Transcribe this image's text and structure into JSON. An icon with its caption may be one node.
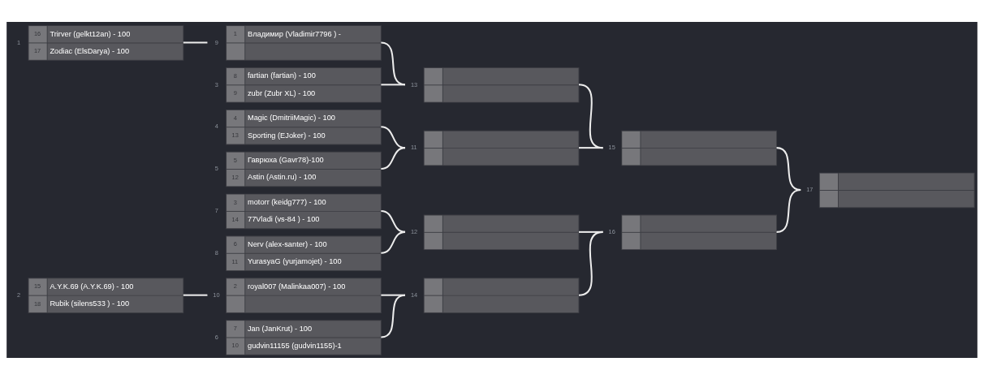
{
  "diagram": {
    "nodes": [
      {
        "text": [
          "16",
          "Trirver (gelkt12an) - 100",
          "17",
          "Zodiac (ElsDarya) - 100"
        ],
        "beside": [
          "1"
        ]
      },
      {
        "text": [
          "15",
          "A.Y.K.69 (A.Y.K.69) - 100",
          "18",
          "Rubik (silens533 ) - 100"
        ],
        "beside": [
          "2"
        ]
      },
      {
        "text": [
          "1",
          "Владимир (Vladimir7796 ) -"
        ],
        "beside": [
          "9"
        ]
      },
      {
        "text": [
          "8",
          "fartian (fartian) - 100",
          "9",
          "zubr (Zubr XL) - 100"
        ],
        "beside": [
          "3"
        ]
      },
      {
        "text": [
          "4",
          "Magic (DmitriiMagic) - 100",
          "13",
          "Sporting (EJoker) - 100"
        ],
        "beside": [
          "4"
        ]
      },
      {
        "text": [
          "5",
          "Гаврюха (Gavr78)-100",
          "12",
          "Astin (Astin.ru) - 100"
        ],
        "beside": [
          "5"
        ]
      },
      {
        "text": [
          "2",
          "royal007 (Malinkaa007) - 100"
        ],
        "beside": [
          "10"
        ]
      },
      {
        "text": [
          "7",
          "Jan (JanKrut) - 100",
          "10",
          "gudvin11155 (gudvin1155)-1"
        ],
        "beside": [
          "6"
        ]
      },
      {
        "text": [
          "3",
          "motorr (keidg777) - 100",
          "14",
          "77Vladi (vs-84 ) - 100"
        ],
        "beside": [
          "7"
        ]
      },
      {
        "text": [
          "6",
          "Nerv (alex-santer) - 100",
          "11",
          "YurasyaG (yurjamojet) - 100"
        ],
        "beside": [
          "8"
        ]
      },
      {
        "text": [],
        "shape": "box",
        "beside": [
          "13"
        ]
      },
      {
        "text": [],
        "shape": "box",
        "beside": [
          "11"
        ]
      },
      {
        "text": [],
        "shape": "box",
        "beside": [
          "14"
        ]
      },
      {
        "text": [],
        "shape": "box",
        "beside": [
          "12"
        ]
      },
      {
        "text": [],
        "shape": "box",
        "beside": [
          "15"
        ]
      },
      {
        "text": [],
        "shape": "box",
        "beside": [
          "16"
        ]
      },
      {
        "text": [],
        "shape": "box",
        "beside": [
          "17"
        ]
      }
    ],
    "edges": [
      {
        "from": 0,
        "to": 2,
        "arrow": "none"
      },
      {
        "from": 1,
        "to": 6,
        "arrow": "none"
      },
      {
        "from": 2,
        "to": 10,
        "arrow": "none"
      },
      {
        "from": 3,
        "to": 10,
        "arrow": "none"
      },
      {
        "from": 4,
        "to": 11,
        "arrow": "none"
      },
      {
        "from": 5,
        "to": 11,
        "arrow": "none"
      },
      {
        "from": 6,
        "to": 12,
        "arrow": "none"
      },
      {
        "from": 7,
        "to": 12,
        "arrow": "none"
      },
      {
        "from": 8,
        "to": 13,
        "arrow": "none"
      },
      {
        "from": 9,
        "to": 13,
        "arrow": "none"
      },
      {
        "from": 10,
        "to": 14,
        "arrow": "none"
      },
      {
        "from": 11,
        "to": 14,
        "arrow": "none"
      },
      {
        "from": 12,
        "to": 15,
        "arrow": "none"
      },
      {
        "from": 13,
        "to": 15,
        "arrow": "none"
      },
      {
        "from": 14,
        "to": 16,
        "arrow": "none"
      },
      {
        "from": 15,
        "to": 16,
        "arrow": "none"
      }
    ]
  }
}
